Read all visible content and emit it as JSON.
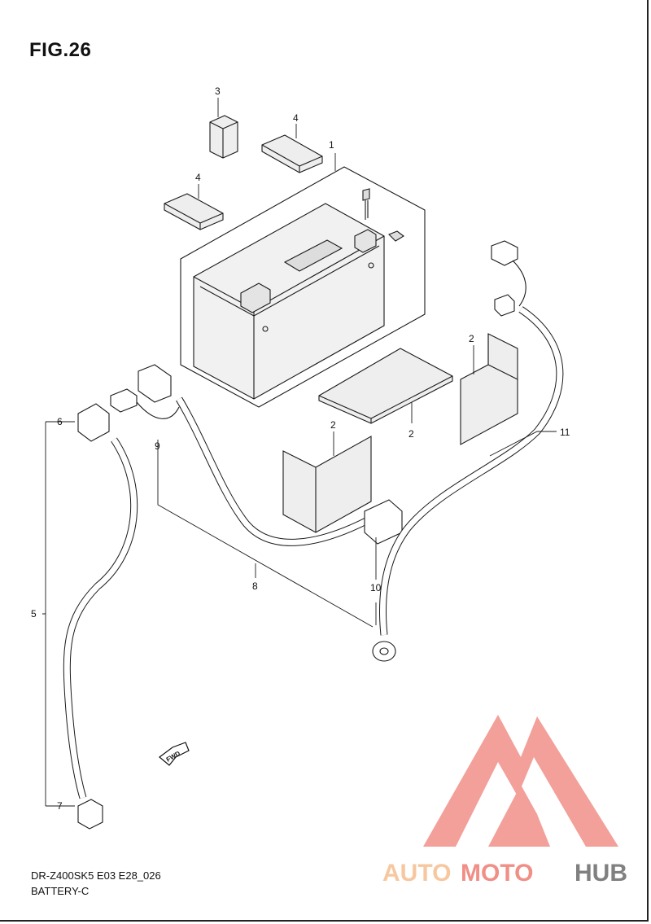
{
  "figure": {
    "title": "FIG.26"
  },
  "footer": {
    "model_code": "DR-Z400SK5 E03 E28_026",
    "section_name": "BATTERY-C"
  },
  "fwd_label": "FWD",
  "callouts": [
    {
      "id": "1",
      "text": "1"
    },
    {
      "id": "2a",
      "text": "2"
    },
    {
      "id": "2b",
      "text": "2"
    },
    {
      "id": "2c",
      "text": "2"
    },
    {
      "id": "2d",
      "text": "2"
    },
    {
      "id": "3",
      "text": "3"
    },
    {
      "id": "4a",
      "text": "4"
    },
    {
      "id": "4b",
      "text": "4"
    },
    {
      "id": "5",
      "text": "5"
    },
    {
      "id": "6",
      "text": "6"
    },
    {
      "id": "7",
      "text": "7"
    },
    {
      "id": "8",
      "text": "8"
    },
    {
      "id": "9",
      "text": "9"
    },
    {
      "id": "10",
      "text": "10"
    },
    {
      "id": "11",
      "text": "11"
    }
  ],
  "watermark": {
    "text_part1": "AUTO",
    "text_part2": "MOTO",
    "text_part3": "HUB",
    "colors": {
      "light": "#f7c59a",
      "salmon": "#f08a80",
      "gray": "#7a7a7a",
      "triangle": "#f29b94"
    }
  }
}
